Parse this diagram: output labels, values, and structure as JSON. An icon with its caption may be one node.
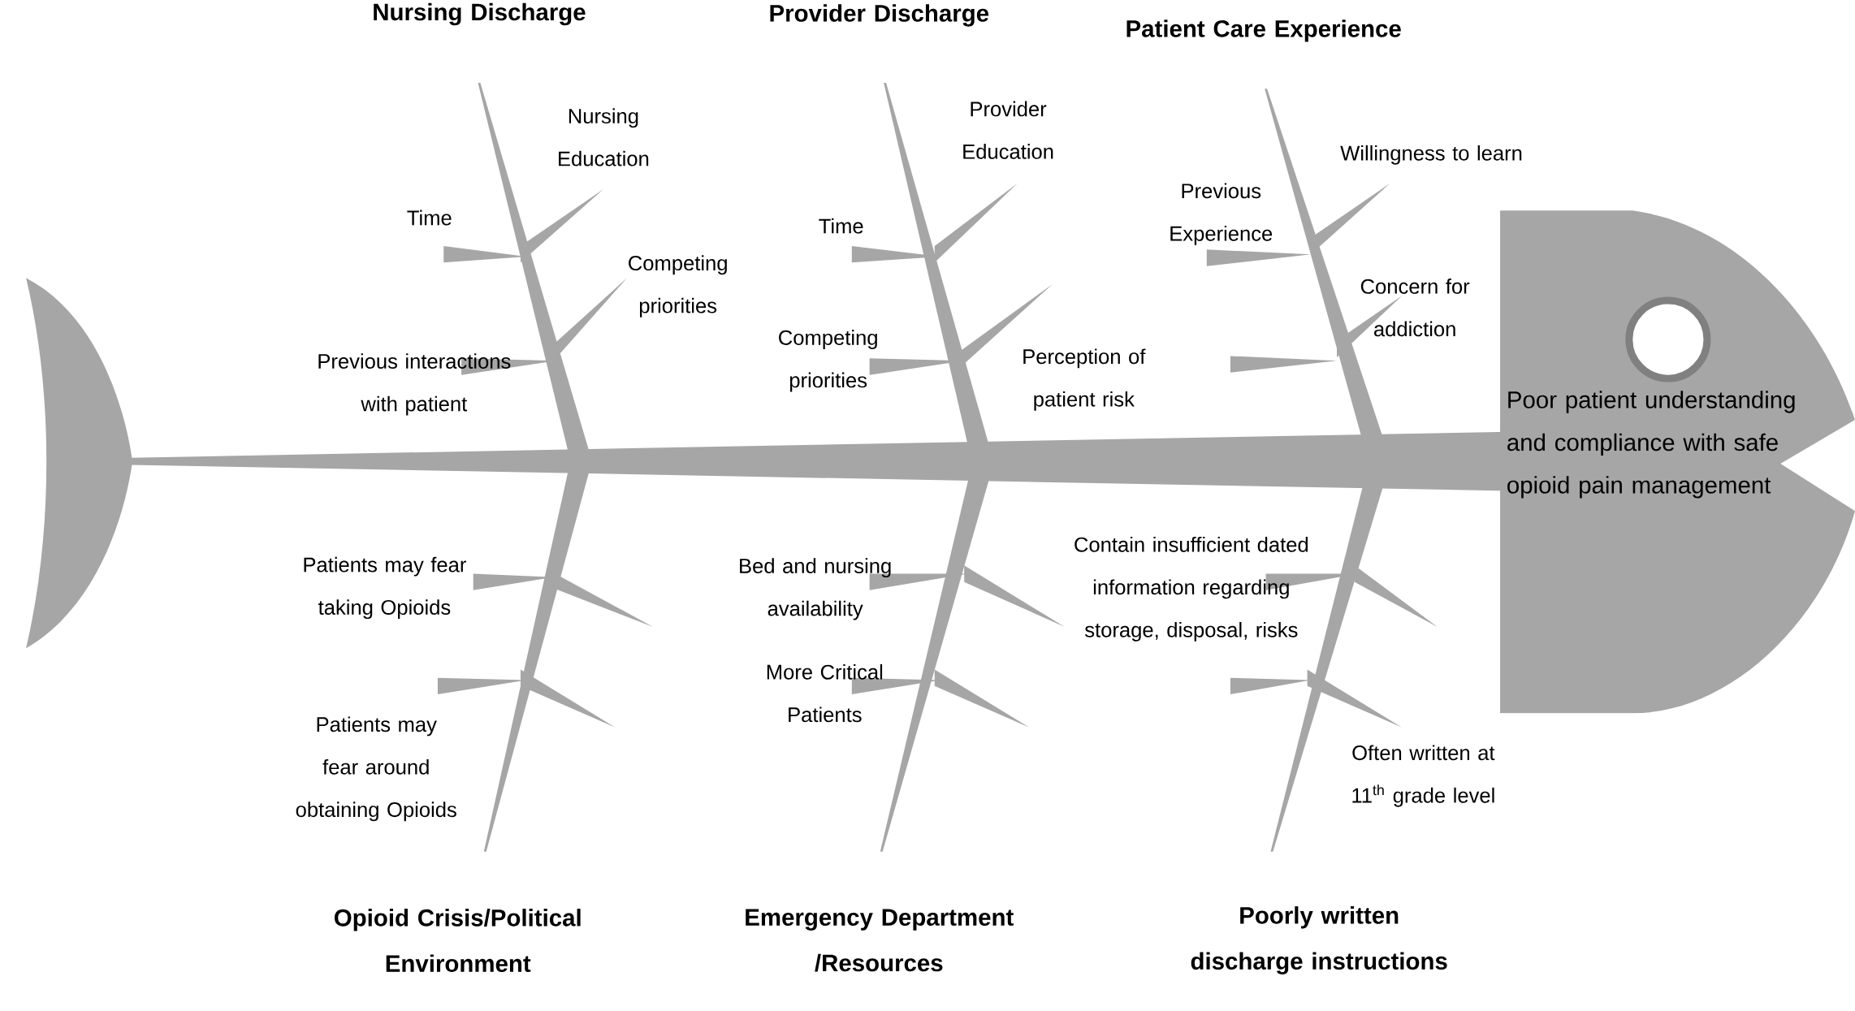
{
  "diagram": {
    "nodes": [
      {
        "text": [
          "Poor patient understanding and compliance with safe opioid pain management"
        ]
      }
    ],
    "edges": [],
    "labels": [
      "Nursing Discharge",
      "Provider Discharge",
      "Patient Care Experience",
      "Nursing Education",
      "Time",
      "Competing priorities",
      "Previous interactions with patient",
      "Provider Education",
      "Time",
      "Competing priorities",
      "Perception of patient risk",
      "Willingness to learn",
      "Previous Experience",
      "Concern for addiction",
      "Patients may fear taking Opioids",
      "Patients may fear around obtaining Opioids",
      "Bed and nursing availability",
      "More Critical Patients",
      "Contain insufficient dated information regarding storage, disposal, risks",
      "Often written at 11$^{th}$ grade level",
      "Opioid Crisis/Political Environment",
      "Emergency Department /Resources",
      "Poorly written discharge instructions"
    ]
  }
}
